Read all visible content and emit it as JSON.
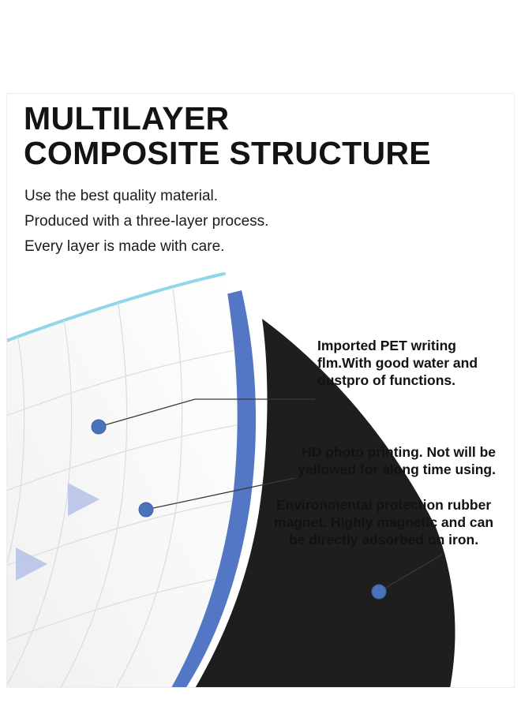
{
  "header": {
    "title": "MULTILAYER\nCOMPOSITE STRUCTURE",
    "subtitle_lines": [
      "Use the best quality material.",
      "Produced with a three-layer process.",
      "Every layer is made with care."
    ]
  },
  "diagram": {
    "callouts": [
      {
        "text": "Imported PET writing\nflm.With good water and\ndustpro of functions."
      },
      {
        "text": "HD photo printing. Not will be\nyellowed for along time using."
      },
      {
        "text": "Environmental protection rubber\nmagnet. Highly magnetic and can\nbe directly adsorbed on iron."
      }
    ]
  },
  "colors": {
    "film_edge": "#8fd7e6",
    "blue_layer": "#5377c4",
    "black_layer": "#1e1e1e",
    "marker": "#4a73ba",
    "grid_line": "#dcdcdc",
    "leader_line": "#3a3a3a"
  }
}
